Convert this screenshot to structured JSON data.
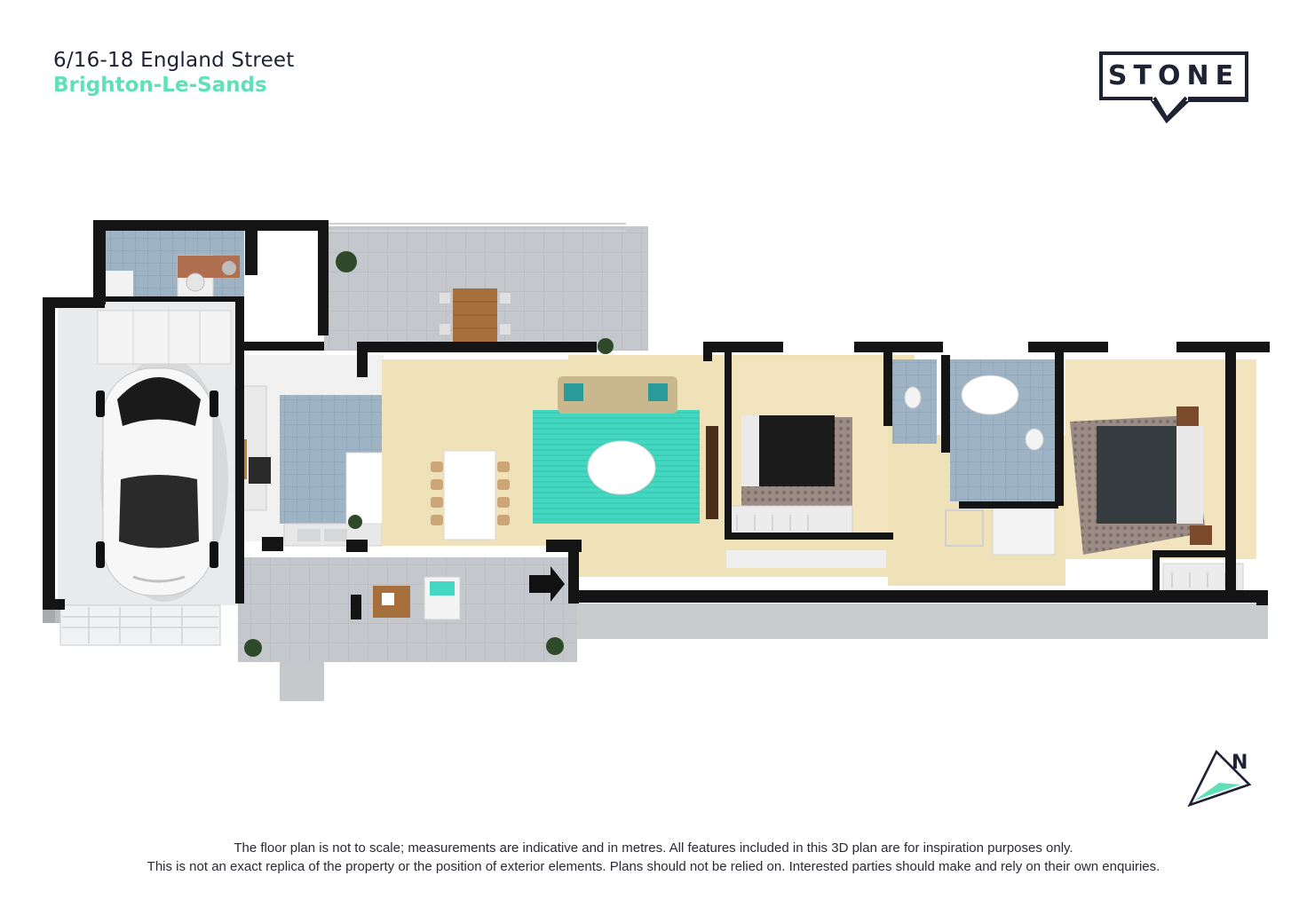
{
  "header": {
    "street": "6/16-18 England Street",
    "suburb": "Brighton-Le-Sands"
  },
  "brand": {
    "name": "STONE",
    "color": "#1e2233",
    "accent": "#5fe0b8"
  },
  "compass": {
    "label": "N"
  },
  "disclaimer": {
    "line1": "The floor plan is not to scale; measurements are indicative and in metres. All features included in this 3D plan are for inspiration purposes only.",
    "line2": "This is not an exact replica of the property or the position of exterior elements. Plans should not be relied on. Interested parties should make and rely on their own enquiries."
  },
  "icons": [
    "compass-north-icon",
    "entry-arrow-icon",
    "car-icon",
    "sofa-icon",
    "bed-icon",
    "bath-icon",
    "plant-icon"
  ]
}
